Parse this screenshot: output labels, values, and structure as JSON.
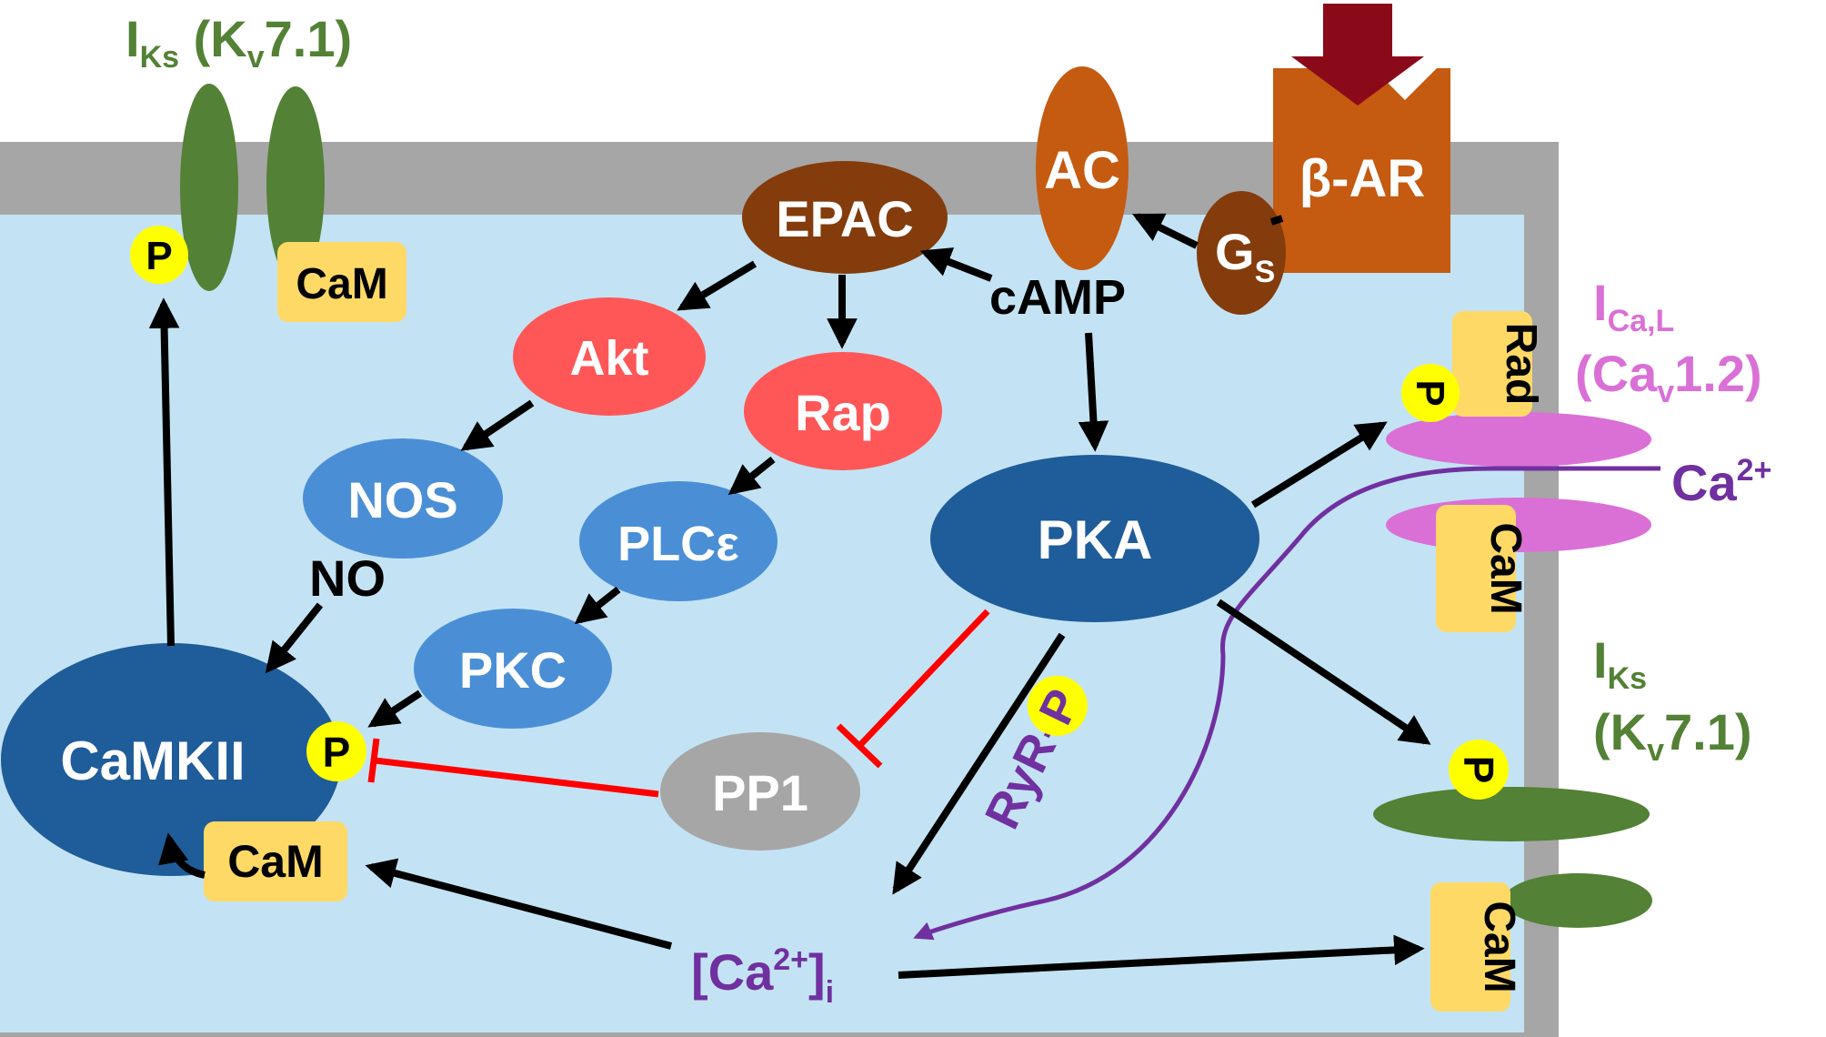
{
  "colors": {
    "membrane": "#a6a6a6",
    "cytosol": "#c3e3f4",
    "channel_green": "#538135",
    "brown": "#843c0c",
    "orange": "#c55a11",
    "dark_red_arrow": "#8b0a1a",
    "salmon": "#ff5757",
    "mid_blue": "#4a8fd6",
    "dark_blue": "#1f5c9a",
    "grey_node": "#a6a6a6",
    "cam_yellow": "#ffd966",
    "phospho_yellow": "#ffff00",
    "pink_channel": "#da70d6",
    "purple": "#7030a0",
    "inhibit_red": "#ff0000"
  },
  "labels": {
    "iks_top": {
      "main": "I",
      "sub": "Ks",
      "rest1": " (K",
      "sub2": "v",
      "rest2": "7.1)"
    },
    "ical": {
      "main": "I",
      "sub": "Ca,L"
    },
    "cav12": {
      "pre": "(Ca",
      "sub": "v",
      "post": "1.2)"
    },
    "iks_right_1": {
      "main": "I",
      "sub": "Ks"
    },
    "iks_right_2": {
      "pre": "(K",
      "sub": "v",
      "post": "7.1)"
    },
    "ca2plus": {
      "main": "Ca",
      "sup": "2+"
    },
    "cai": {
      "pre": "[Ca",
      "sup": "2+",
      "mid": "]",
      "sub": "i"
    },
    "camp": "cAMP",
    "no": "NO",
    "ryr": "RyR-",
    "p": "P"
  },
  "nodes": {
    "ac": "AC",
    "beta_ar": "β-AR",
    "gs": {
      "main": "G",
      "sub": "S"
    },
    "epac": "EPAC",
    "akt": "Akt",
    "rap": "Rap",
    "nos": "NOS",
    "plce": "PLCε",
    "pkc": "PKC",
    "pka": "PKA",
    "pp1": "PP1",
    "camkii": "CaMKII",
    "rad": "Rad",
    "cam": "CaM"
  }
}
